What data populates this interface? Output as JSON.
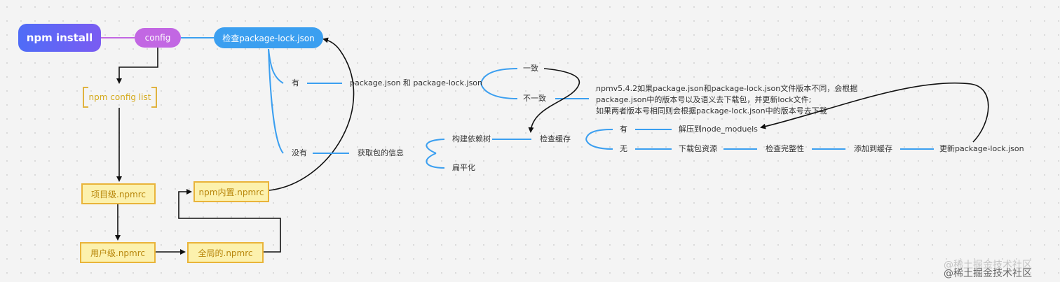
{
  "nodes": {
    "root": "npm install",
    "config": "config",
    "check_lock": "检查package-lock.json",
    "config_list": "npm config list",
    "project_npmrc": "项目级.npmrc",
    "user_npmrc": "用户级.npmrc",
    "global_npmrc": "全局的.npmrc",
    "builtin_npmrc": "npm内置.npmrc"
  },
  "branches": {
    "has": "有",
    "none": "没有",
    "compare": "package.json  和  package-lock.json",
    "consistent": "一致",
    "inconsistent": "不一致",
    "fetch_info": "获取包的信息",
    "build_tree": "构建依赖树",
    "flatten": "扁平化",
    "check_cache": "检查缓存",
    "cache_has": "有",
    "cache_none": "无",
    "unzip": "解压到node_moduels",
    "download": "下载包资源",
    "integrity": "检查完整性",
    "add_cache": "添加到缓存",
    "update_lock": "更新package-lock.json"
  },
  "note": {
    "line1": "npmv5.4.2如果package.json和package-lock.json文件版本不同，会根据",
    "line2": "package.json中的版本号以及语义去下载包，并更新lock文件;",
    "line3": "如果两者版本号相同则会根据package-lock.json中的版本号去下载"
  },
  "watermark": "@稀土掘金技术社区",
  "colors": {
    "root_start": "#4f6cf7",
    "root_end": "#7a5cf2",
    "config": "#c267e3",
    "check": "#3b9ff0",
    "branch_line": "#3b9ff0",
    "arrow": "#111111",
    "yellow_fill": "#fcf1ad",
    "yellow_border": "#e9b43a"
  }
}
